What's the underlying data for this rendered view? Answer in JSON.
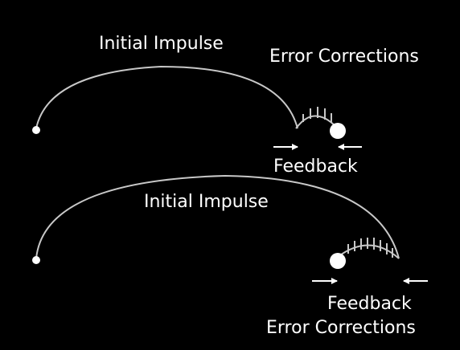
{
  "colors": {
    "background": "#000000",
    "text": "#ffffff",
    "trajectory": "#c8c8c8",
    "marker": "#ffffff"
  },
  "top_panel": {
    "impulse_label": "Initial Impulse",
    "corrections_label": "Error Corrections",
    "feedback_label": "Feedback"
  },
  "bottom_panel": {
    "impulse_label": "Initial Impulse",
    "corrections_label": "Error Corrections",
    "feedback_label": "Feedback"
  }
}
